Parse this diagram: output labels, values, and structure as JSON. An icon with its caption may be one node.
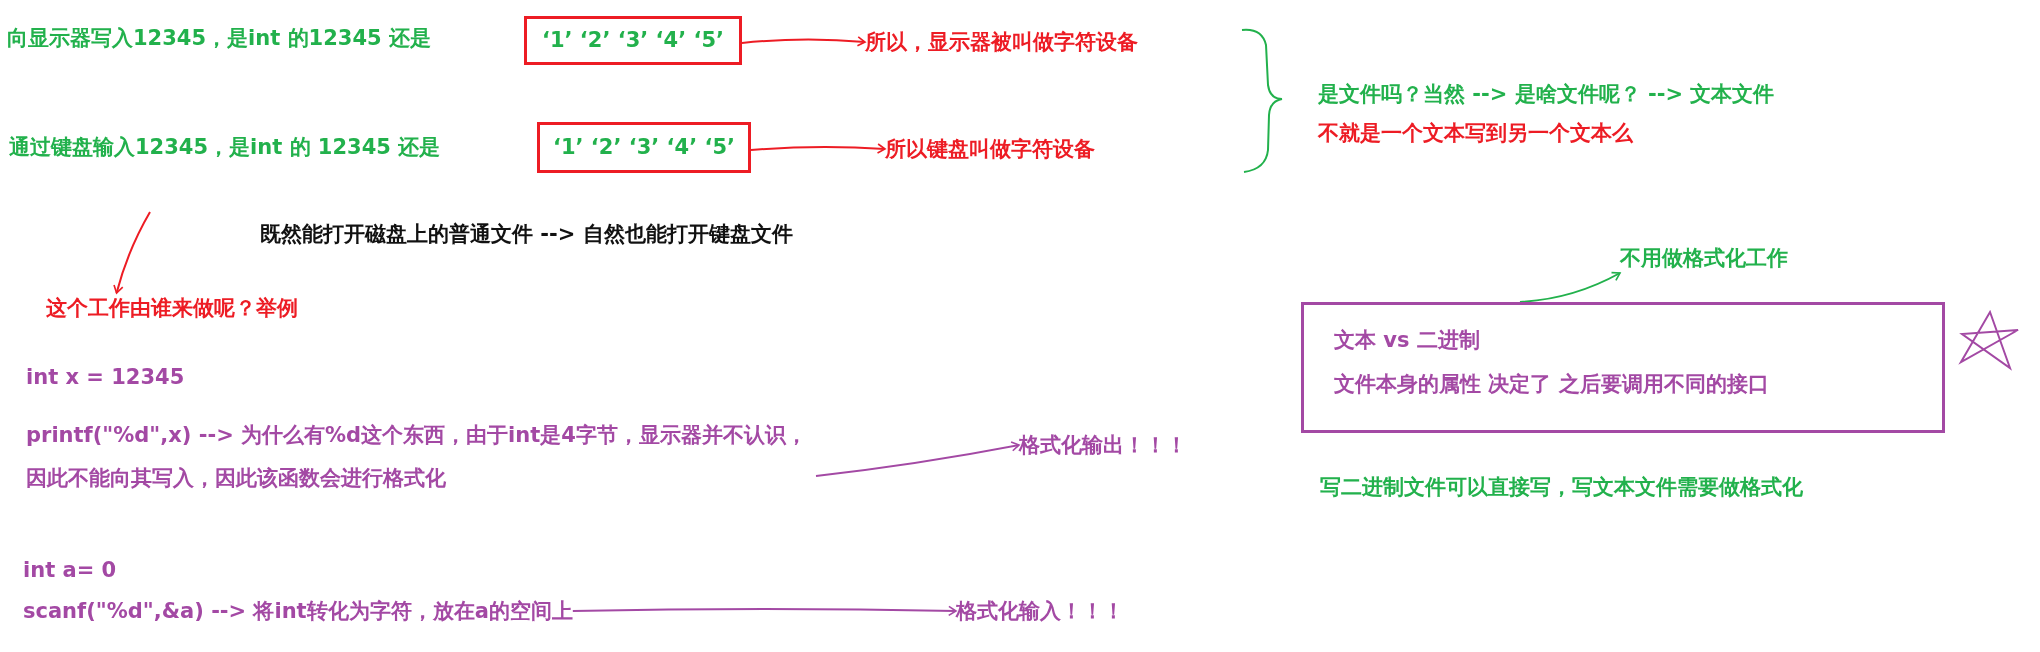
{
  "diagram": {
    "nodes": [
      {
        "text": [
          "向显示器写入12345，是int 的12345 还是"
        ]
      },
      {
        "text": [
          "‘1’ ‘2’ ‘3’ ‘4’ ‘5’"
        ]
      },
      {
        "text": [
          "所以，显示器被叫做字符设备"
        ]
      },
      {
        "text": [
          "通过键盘输入12345，是int 的 12345 还是"
        ]
      },
      {
        "text": [
          "‘1’ ‘2’ ‘3’ ‘4’ ‘5’"
        ]
      },
      {
        "text": [
          "所以键盘叫做字符设备"
        ]
      },
      {
        "text": [
          "这个工作由谁来做呢？举例"
        ]
      },
      {
        "text": [
          "不用做格式化工作"
        ]
      },
      {
        "text": [
          "文本 vs 二进制",
          "文件本身的属性 决定了 之后要调用不同的接口"
        ]
      },
      {
        "text": [
          "printf(\"%d\",x) --> 为什么有%d这个东西，由于int是4字节，显示器并不认识，因此不能向其写入，因此该函数会进行格式化"
        ]
      },
      {
        "text": [
          "格式化输出！！！"
        ]
      },
      {
        "text": [
          "scanf(\"%d\",&a) --> 将int转化为字符，放在a的空间上"
        ]
      },
      {
        "text": [
          "格式化输入！！！"
        ]
      }
    ],
    "edges": [
      {
        "from": 1,
        "to": 2,
        "arrow": "to"
      },
      {
        "from": 4,
        "to": 5,
        "arrow": "to"
      },
      {
        "from": null,
        "to": 6,
        "arrow": "to"
      },
      {
        "from": 8,
        "to": 7,
        "arrow": "to",
        "color": "#22b14c"
      },
      {
        "from": 9,
        "to": 10,
        "arrow": "to",
        "color": "#a349a4"
      },
      {
        "from": 11,
        "to": 12,
        "arrow": "to",
        "color": "#a349a4"
      }
    ],
    "labels": [
      "是文件吗？当然 --> 是啥文件呢？ --> 文本文件",
      "不就是一个文本写到另一个文本么",
      "既然能打开磁盘上的普通文件 --> 自然也能打开键盘文件",
      "int x = 12345",
      "写二进制文件可以直接写，写文本文件需要做格式化",
      "int a= 0"
    ]
  }
}
